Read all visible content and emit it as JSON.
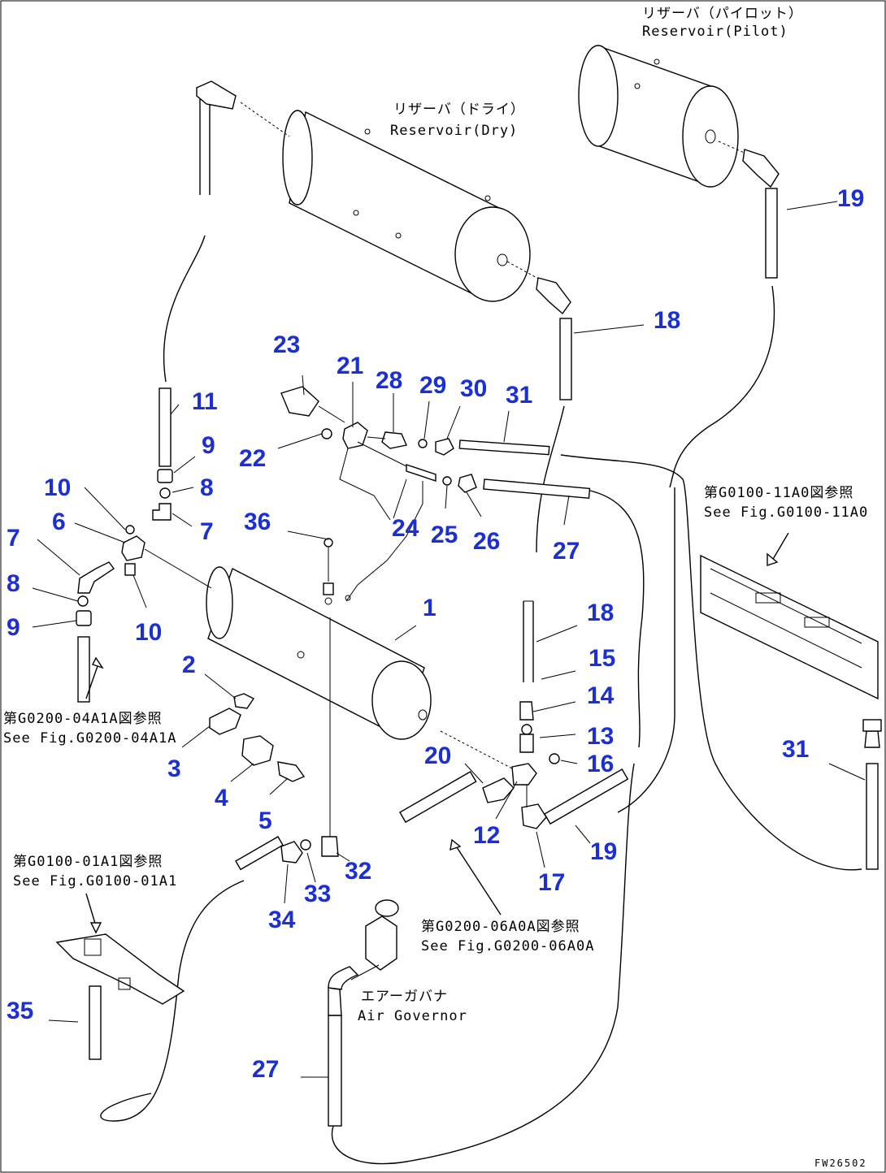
{
  "notes": {
    "pilot_jp": "リザーバ（パイロット）",
    "pilot_en": "Reservoir(Pilot)",
    "dry_jp": "リザーバ（ドライ）",
    "dry_en": "Reservoir(Dry)",
    "ref_11a0_jp": "第G0100-11A0図参照",
    "ref_11a0_en": "See Fig.G0100-11A0",
    "ref_04a1a_jp": "第G0200-04A1A図参照",
    "ref_04a1a_en": "See Fig.G0200-04A1A",
    "ref_01a1_jp": "第G0100-01A1図参照",
    "ref_01a1_en": "See Fig.G0100-01A1",
    "ref_06a0a_jp": "第G0200-06A0A図参照",
    "ref_06a0a_en": "See Fig.G0200-06A0A",
    "gov_jp": "エアーガバナ",
    "gov_en": "Air Governor",
    "code": "FW26502"
  },
  "callouts": {
    "n1": "1",
    "n2": "2",
    "n3": "3",
    "n4": "4",
    "n5": "5",
    "n6": "6",
    "n7a": "7",
    "n7b": "7",
    "n8a": "8",
    "n8b": "8",
    "n9a": "9",
    "n9b": "9",
    "n10a": "10",
    "n10b": "10",
    "n11": "11",
    "n12": "12",
    "n13": "13",
    "n14": "14",
    "n15": "15",
    "n16": "16",
    "n17": "17",
    "n18a": "18",
    "n18b": "18",
    "n19a": "19",
    "n19b": "19",
    "n20": "20",
    "n21": "21",
    "n22": "22",
    "n23": "23",
    "n24": "24",
    "n25": "25",
    "n26": "26",
    "n27a": "27",
    "n27b": "27",
    "n28": "28",
    "n29": "29",
    "n30": "30",
    "n31a": "31",
    "n31b": "31",
    "n32": "32",
    "n33": "33",
    "n34": "34",
    "n35": "35",
    "n36": "36"
  }
}
